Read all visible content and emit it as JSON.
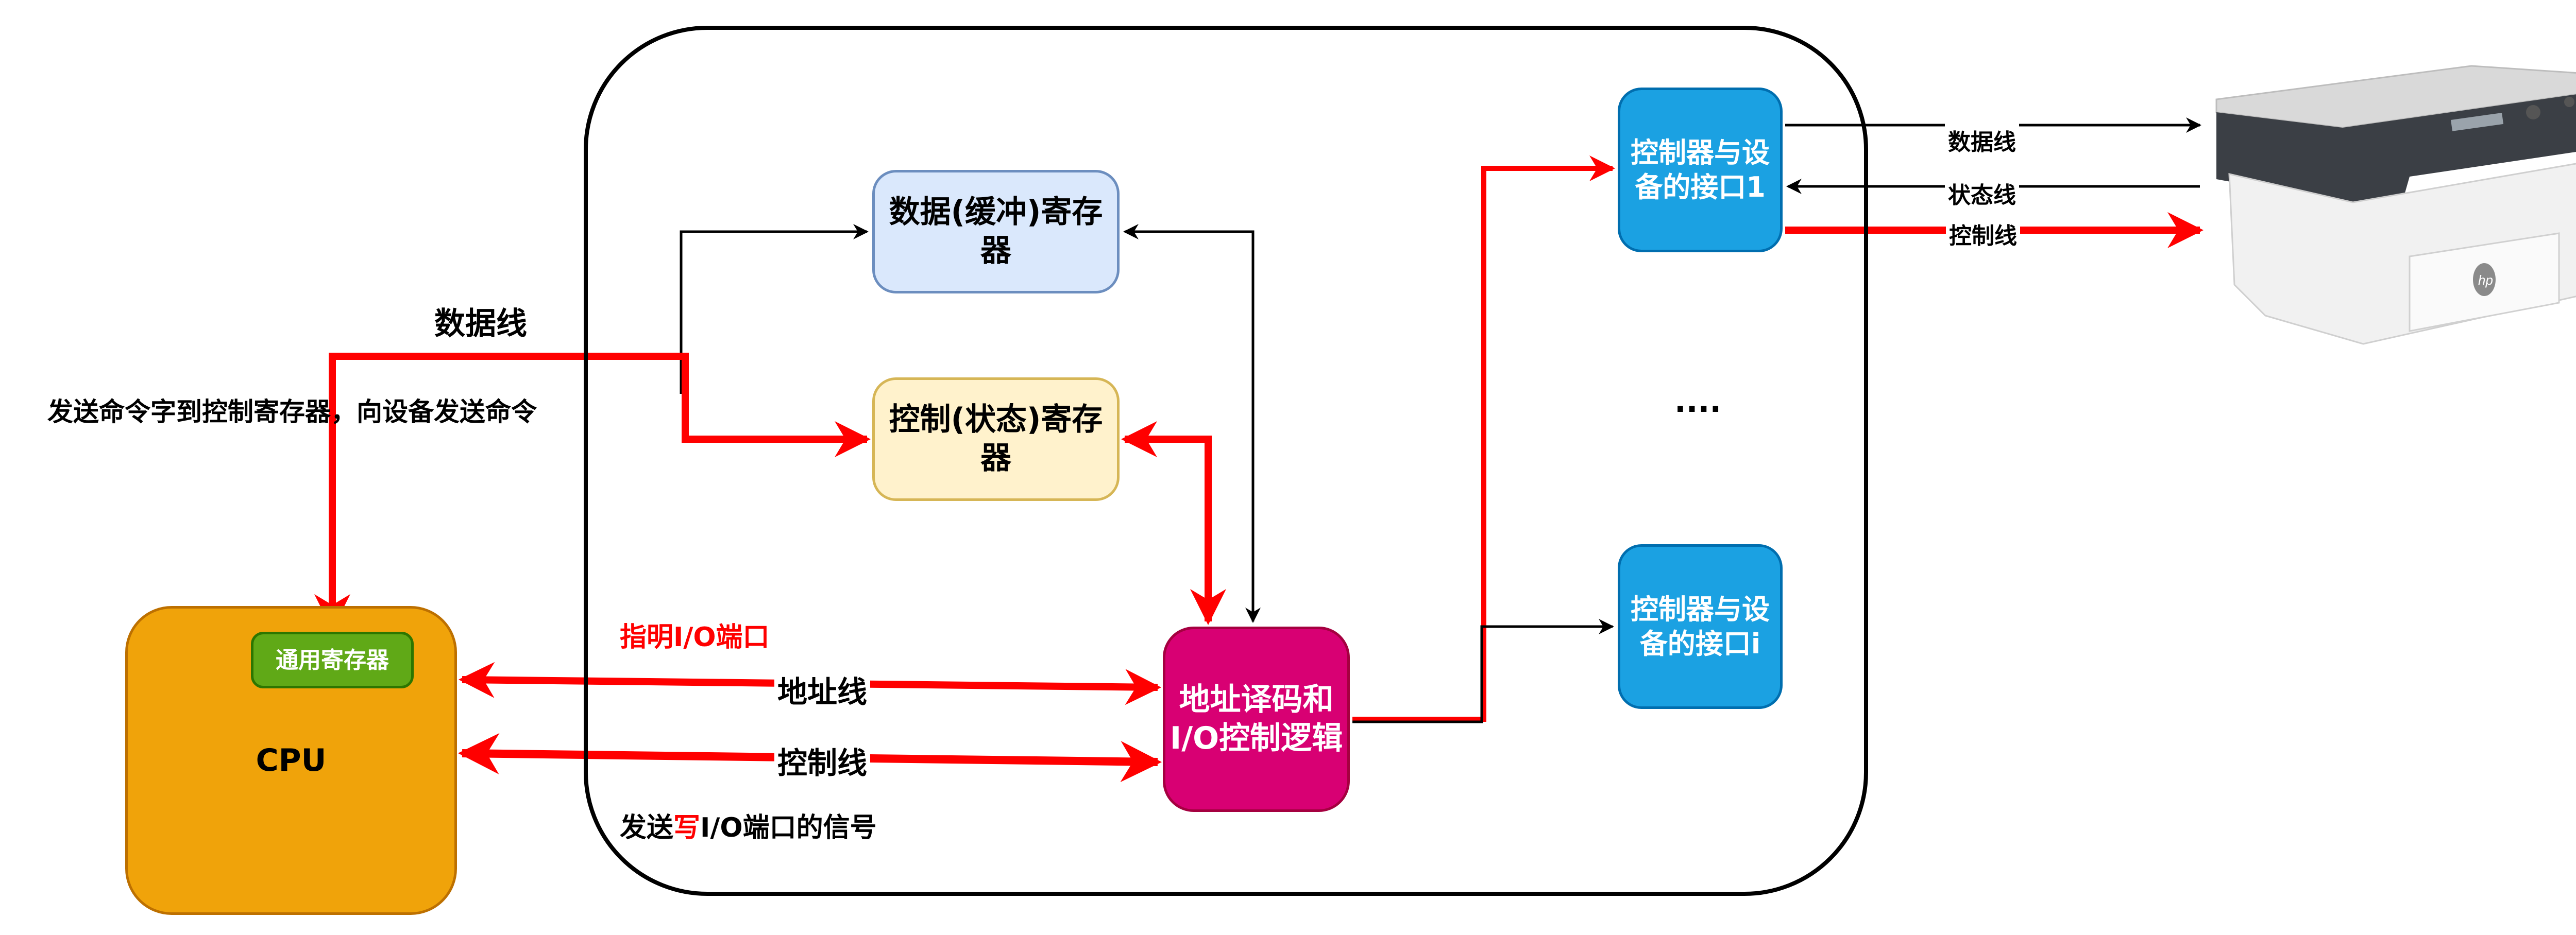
{
  "diagram": {
    "title": "I/O接口结构示意",
    "colors": {
      "bus_red": "#ff0000",
      "wire_black": "#000000",
      "data_reg_fill": "#dae8fc",
      "ctrl_reg_fill": "#fff2cc",
      "cpu_fill": "#f0a30a",
      "general_reg_fill": "#60a917",
      "decoder_fill": "#d80073",
      "interface_fill": "#1ba1e2"
    },
    "nodes": {
      "cpu": "CPU",
      "general_register": "通用寄存器",
      "data_register": "数据(缓冲)寄存器",
      "control_register": "控制(状态)寄存器",
      "decoder_line1": "地址译码和",
      "decoder_line2": "I/O控制逻辑",
      "interface_1_line1": "控制器与设",
      "interface_1_line2": "备的接口1",
      "interface_i_line1": "控制器与设",
      "interface_i_line2": "备的接口i",
      "ellipsis": "....",
      "device": "printer"
    },
    "labels": {
      "data_bus": "数据线",
      "send_command": "发送命令字到控制寄存器，向设备发送命令",
      "specify_port": "指明I/O端口",
      "address_bus": "地址线",
      "control_bus": "控制线",
      "write_signal_prefix": "发送",
      "write_signal_highlight": "写",
      "write_signal_suffix": "I/O端口的信号",
      "device_data_line": "数据线",
      "device_status_line": "状态线",
      "device_control_line": "控制线"
    }
  }
}
